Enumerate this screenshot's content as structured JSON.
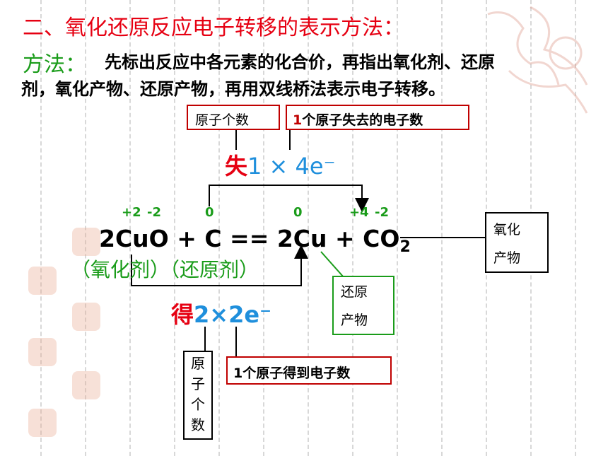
{
  "heading": "二、氧化还原反应电子转移的表示方法：",
  "method": {
    "label": "方法：",
    "line1": "先标出反应中各元素的化合价，再指出氧化剂、还原",
    "line2": "剂，氧化产物、还原产物，再用双线桥法表示电子转移。"
  },
  "top_boxes": {
    "atom_count": "原子个数",
    "lost_per_atom_num": "1",
    "lost_per_atom_text": "个原子失去的电子数"
  },
  "lose": {
    "char": "失",
    "formula": "1 × 4e⁻"
  },
  "oxidation_states": {
    "cu_in_cuo": "+2",
    "o_in_cuo": "-2",
    "c": "0",
    "cu": "0",
    "c_in_co2": "+4",
    "o_in_co2": "-2"
  },
  "equation": {
    "main": "2CuO + C == 2Cu + CO",
    "sub": "2"
  },
  "roles": "（氧化剂）（还原剂）",
  "products": {
    "oxidation_product_l1": "氧化",
    "oxidation_product_l2": "产物",
    "reduction_product_l1": "还原",
    "reduction_product_l2": "产物"
  },
  "gain": {
    "char": "得",
    "formula": "2×2e⁻"
  },
  "bottom_boxes": {
    "atom_count_chars": [
      "原",
      "子",
      "个",
      "数"
    ],
    "gained_per_atom_num": "1",
    "gained_per_atom_text": "个原子得到电子数"
  },
  "colors": {
    "title_red": "#e60012",
    "method_green": "#1a9c1a",
    "electron_blue": "#1f8fdc",
    "box_red": "#c00000"
  }
}
